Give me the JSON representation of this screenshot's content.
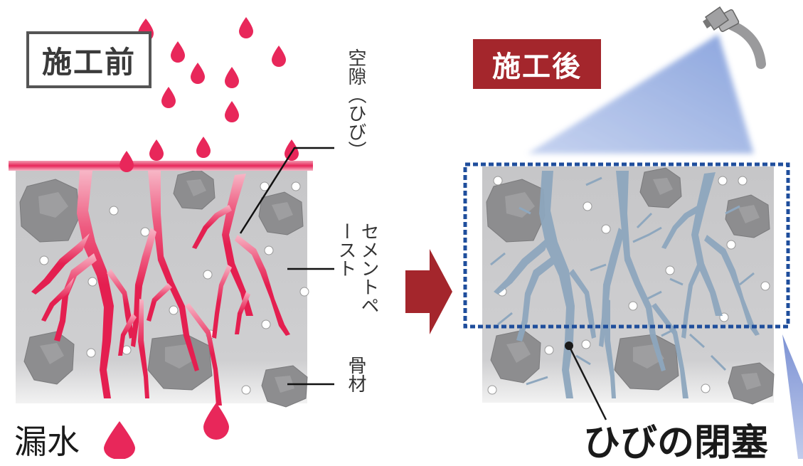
{
  "before": {
    "badge": "施工前",
    "leak_label": "漏水"
  },
  "after": {
    "badge": "施工後",
    "seal_label": "ひびの閉塞"
  },
  "annotations": {
    "void_crack": "空隙（ひび）",
    "cement_paste": "セメントペースト",
    "aggregate": "骨材"
  },
  "colors": {
    "drop": "#e8275a",
    "crack_red": "#e41f50",
    "concrete": "#c9c9cb",
    "stone": "#8a8a8c",
    "arrow": "#a4262c",
    "spray": "#8fa8dc",
    "sealed_crack": "#8ea7be",
    "selection_box": "#1f4e9c"
  },
  "icons": [
    "spray-bottle-icon",
    "water-drop-icon",
    "right-arrow-icon"
  ]
}
